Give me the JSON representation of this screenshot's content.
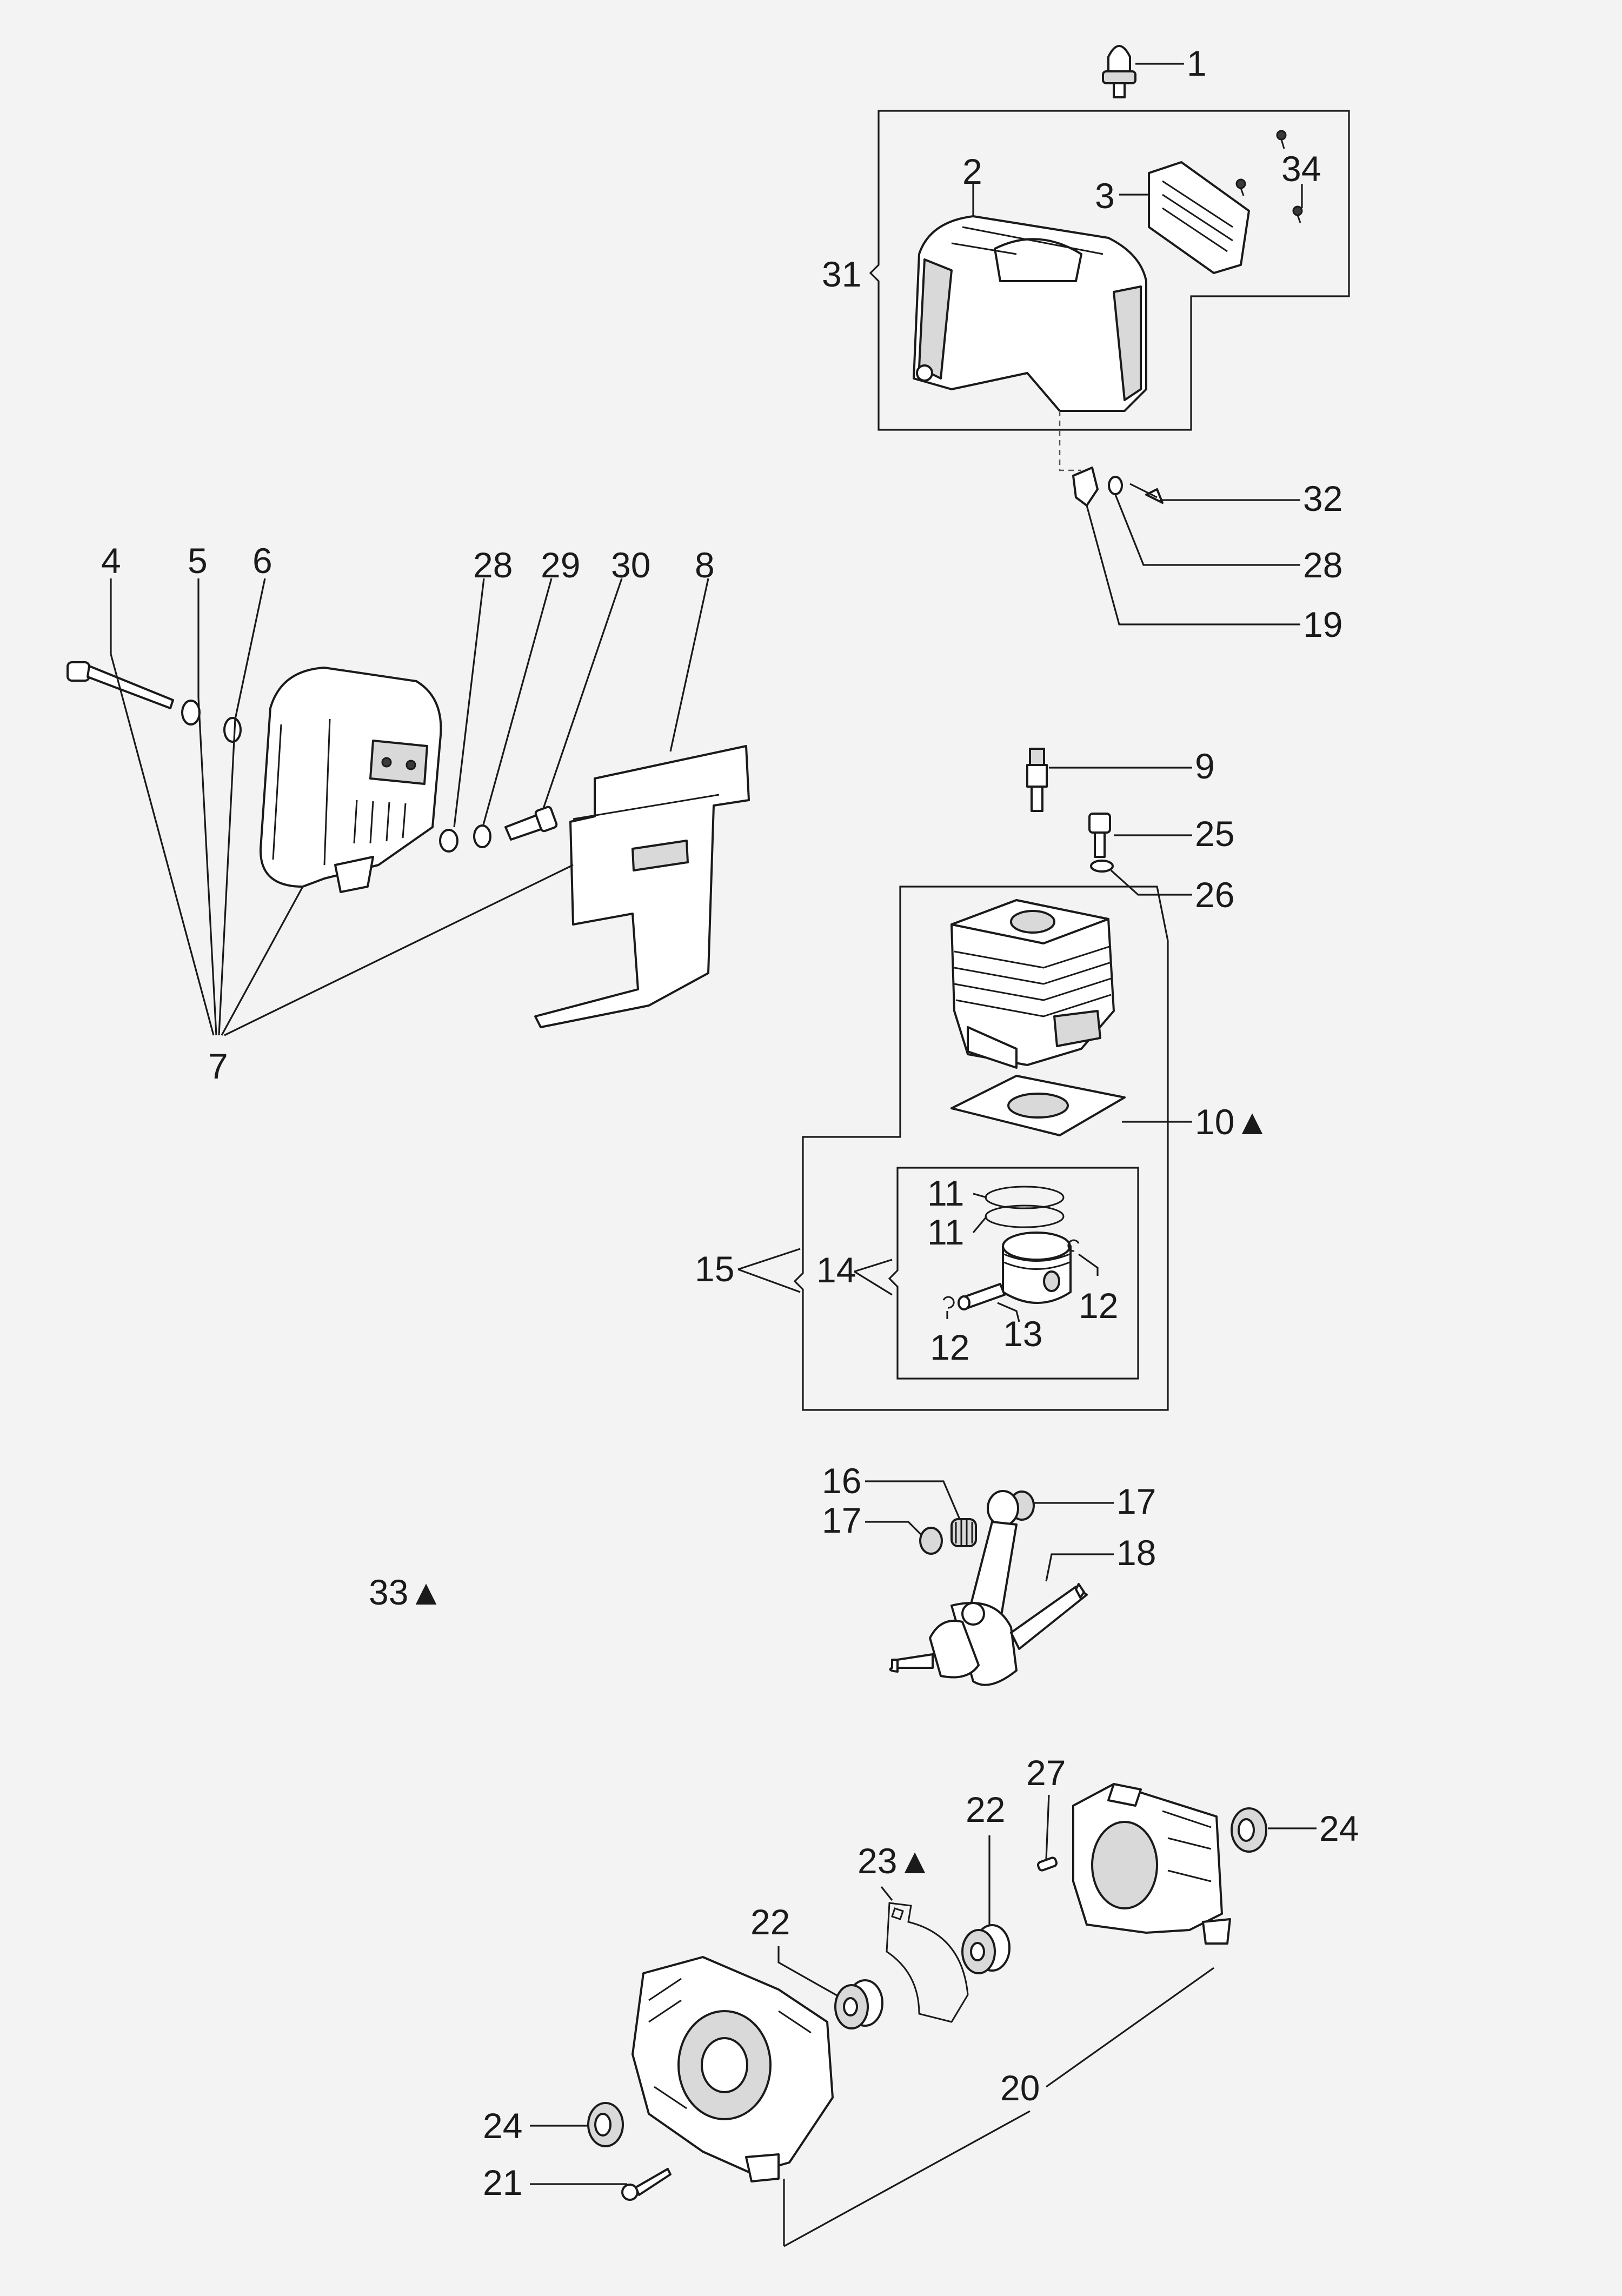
{
  "labels": {
    "l1": "1",
    "l2": "2",
    "l3": "3",
    "l34": "34",
    "l31": "31",
    "l32": "32",
    "l28a": "28",
    "l19": "19",
    "l4": "4",
    "l5": "5",
    "l6": "6",
    "l28b": "28",
    "l29": "29",
    "l30": "30",
    "l8": "8",
    "l7": "7",
    "l9": "9",
    "l25": "25",
    "l26": "26",
    "l10": "10▲",
    "l11a": "11",
    "l11b": "11",
    "l15": "15",
    "l14": "14",
    "l12a": "12",
    "l12b": "12",
    "l13": "13",
    "l16": "16",
    "l17a": "17",
    "l17b": "17",
    "l18": "18",
    "l33": "33▲",
    "l27": "27",
    "l22a": "22",
    "l24a": "24",
    "l23": "23▲",
    "l22b": "22",
    "l20": "20",
    "l24b": "24",
    "l21": "21"
  }
}
